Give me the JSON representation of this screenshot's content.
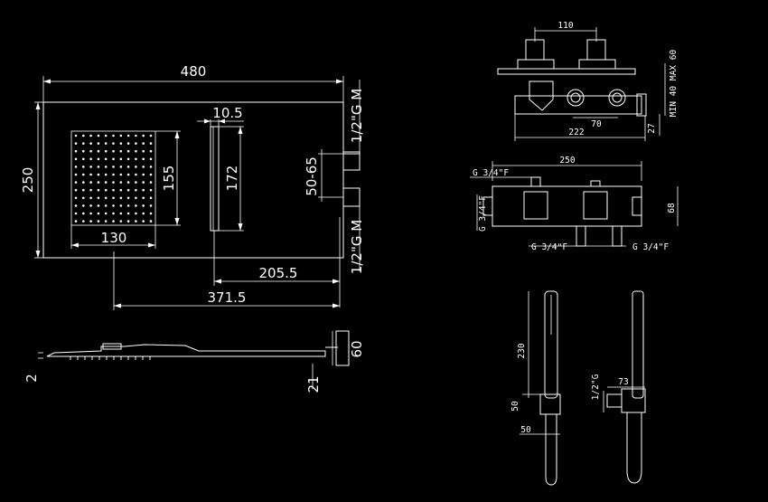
{
  "front_view": {
    "width": "480",
    "height": "250",
    "dots_h": "155",
    "dots_w": "130",
    "slot_w": "10.5",
    "slot_h": "172",
    "conn_top": "1/2\"G M",
    "conn_range": "50-65",
    "conn_bottom": "1/2\"G M",
    "dist_slot": "205.5",
    "dist_dots": "371.5"
  },
  "side_view": {
    "thickness": "2",
    "arm": "21",
    "bracket": "60"
  },
  "valve_top": {
    "spacing": "110",
    "centers": "70",
    "overall": "222",
    "depth": "27",
    "wall": "MIN 40 MAX 60"
  },
  "valve_front": {
    "width": "250",
    "height": "68",
    "outlet_top": "G 3/4\"F",
    "outlet_left": "G 3/4\"F",
    "inlet_left": "G 3/4\"F",
    "inlet_right": "G 3/4\"F"
  },
  "hand_shower": {
    "length": "230",
    "holder_h": "50",
    "holder_w": "50",
    "conn": "1/2\"G",
    "proj": "73"
  }
}
